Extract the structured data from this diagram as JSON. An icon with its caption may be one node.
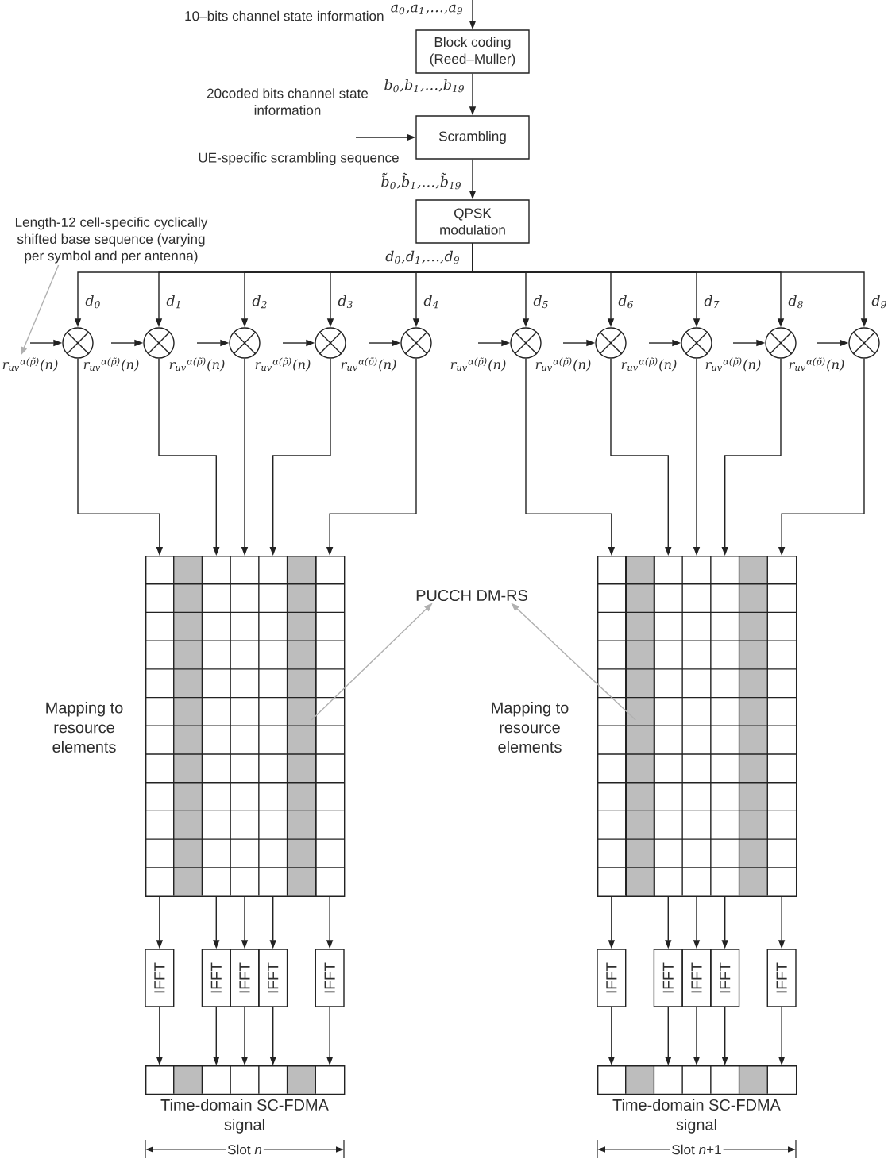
{
  "diagram": {
    "nodes": [
      {
        "text": [
          "Block coding (Reed–Muller)"
        ]
      },
      {
        "text": [
          "Scrambling"
        ]
      },
      {
        "text": [
          "QPSK modulation"
        ]
      },
      {
        "text": [
          "Length-12 cell-specific cyclically shifted base sequence (varying per symbol and per antenna)"
        ]
      },
      {
        "text": [],
        "shape": "circle"
      },
      {
        "text": [],
        "shape": "circle"
      },
      {
        "text": [],
        "shape": "circle"
      },
      {
        "text": [],
        "shape": "circle"
      },
      {
        "text": [],
        "shape": "circle"
      },
      {
        "text": [],
        "shape": "circle"
      },
      {
        "text": [],
        "shape": "circle"
      },
      {
        "text": [],
        "shape": "circle"
      },
      {
        "text": [],
        "shape": "circle"
      },
      {
        "text": [],
        "shape": "circle"
      },
      {
        "text": [
          "r$_{uv}$$^{α(p̃)}$(n)"
        ]
      },
      {
        "text": [
          "r$_{uv}$$^{α(p̃)}$(n)"
        ]
      },
      {
        "text": [
          "r$_{uv}$$^{α(p̃)}$(n)"
        ]
      },
      {
        "text": [
          "r$_{uv}$$^{α(p̃)}$(n)"
        ]
      },
      {
        "text": [
          "r$_{uv}$$^{α(p̃)}$(n)"
        ]
      },
      {
        "text": [
          "r$_{uv}$$^{α(p̃)}$(n)"
        ]
      },
      {
        "text": [
          "r$_{uv}$$^{α(p̃)}$(n)"
        ]
      },
      {
        "text": [
          "r$_{uv}$$^{α(p̃)}$(n)"
        ]
      },
      {
        "text": [
          "r$_{uv}$$^{α(p̃)}$(n)"
        ]
      },
      {
        "text": [
          "r$_{uv}$$^{α(p̃)}$(n)"
        ]
      },
      {
        "text": [],
        "shape": "grid",
        "beside": [
          "Mapping to resource elements"
        ]
      },
      {
        "text": [],
        "shape": "bar",
        "in": 24
      },
      {
        "text": [
          "PUCCH DM-RS"
        ]
      },
      {
        "text": [],
        "shape": "grid",
        "beside": [
          "Mapping to resource elements"
        ]
      },
      {
        "text": [],
        "shape": "bar",
        "in": 27
      },
      {
        "text": [
          "IFFT"
        ]
      },
      {
        "text": [
          "IFFT"
        ]
      },
      {
        "text": [
          "IFFT"
        ]
      },
      {
        "text": [
          "IFFT"
        ]
      },
      {
        "text": [
          "IFFT"
        ]
      },
      {
        "text": [
          "IFFT"
        ]
      },
      {
        "text": [
          "IFFT"
        ]
      },
      {
        "text": [
          "IFFT"
        ]
      },
      {
        "text": [
          "IFFT"
        ]
      },
      {
        "text": [
          "IFFT"
        ]
      },
      {
        "text": [],
        "shape": "bar",
        "beside": [
          "Time-domain SC-FDMA signal"
        ]
      },
      {
        "text": [],
        "shape": "bar",
        "beside": [
          "Time-domain SC-FDMA signal"
        ]
      }
    ],
    "edges": [
      {
        "from": null,
        "to": 0,
        "arrow": "to",
        "label": "a$_{0}$,a$_{1}$,…,a$_{9}$"
      },
      {
        "from": 0,
        "to": 1,
        "arrow": "to",
        "label": "b$_{0}$,b$_{1}$,…,b$_{19}$"
      },
      {
        "from": null,
        "to": 1,
        "arrow": "to",
        "label": "UE-specific scrambling sequence"
      },
      {
        "from": 1,
        "to": 2,
        "arrow": "to",
        "label": "b̃$_{0}$,b̃$_{1}$,…,b̃$_{19}$"
      },
      {
        "from": 2,
        "to": 4,
        "arrow": "to",
        "label": "d$_{0}$"
      },
      {
        "from": 2,
        "to": 5,
        "arrow": "to",
        "label": "d$_{1}$"
      },
      {
        "from": 2,
        "to": 6,
        "arrow": "to",
        "label": "d$_{2}$"
      },
      {
        "from": 2,
        "to": 7,
        "arrow": "to",
        "label": "d$_{3}$"
      },
      {
        "from": 2,
        "to": 8,
        "arrow": "to",
        "label": "d$_{4}$"
      },
      {
        "from": 2,
        "to": 9,
        "arrow": "to",
        "label": "d$_{5}$"
      },
      {
        "from": 2,
        "to": 10,
        "arrow": "to",
        "label": "d$_{6}$"
      },
      {
        "from": 2,
        "to": 11,
        "arrow": "to",
        "label": "d$_{7}$"
      },
      {
        "from": 2,
        "to": 12,
        "arrow": "to",
        "label": "d$_{8}$"
      },
      {
        "from": 2,
        "to": 13,
        "arrow": "to",
        "label": "d$_{9}$"
      },
      {
        "from": 14,
        "to": 4,
        "arrow": "to"
      },
      {
        "from": 15,
        "to": 5,
        "arrow": "to"
      },
      {
        "from": 16,
        "to": 6,
        "arrow": "to"
      },
      {
        "from": 17,
        "to": 7,
        "arrow": "to"
      },
      {
        "from": 18,
        "to": 8,
        "arrow": "to"
      },
      {
        "from": 19,
        "to": 9,
        "arrow": "to"
      },
      {
        "from": 20,
        "to": 10,
        "arrow": "to"
      },
      {
        "from": 21,
        "to": 11,
        "arrow": "to"
      },
      {
        "from": 22,
        "to": 12,
        "arrow": "to"
      },
      {
        "from": 23,
        "to": 13,
        "arrow": "to"
      },
      {
        "from": 3,
        "to": 14,
        "arrow": "to",
        "color": "#b0b0b0"
      },
      {
        "from": 4,
        "to": 24,
        "arrow": "to"
      },
      {
        "from": 5,
        "to": 24,
        "arrow": "to"
      },
      {
        "from": 6,
        "to": 24,
        "arrow": "to"
      },
      {
        "from": 7,
        "to": 24,
        "arrow": "to"
      },
      {
        "from": 8,
        "to": 24,
        "arrow": "to"
      },
      {
        "from": 9,
        "to": 27,
        "arrow": "to"
      },
      {
        "from": 10,
        "to": 27,
        "arrow": "to"
      },
      {
        "from": 11,
        "to": 27,
        "arrow": "to"
      },
      {
        "from": 12,
        "to": 27,
        "arrow": "to"
      },
      {
        "from": 13,
        "to": 27,
        "arrow": "to"
      },
      {
        "from": 25,
        "to": 26,
        "arrow": "to",
        "color": "#b0b0b0"
      },
      {
        "from": 28,
        "to": 26,
        "arrow": "to",
        "color": "#b0b0b0"
      },
      {
        "from": 24,
        "to": 29,
        "arrow": "to"
      },
      {
        "from": 24,
        "to": 30,
        "arrow": "to"
      },
      {
        "from": 24,
        "to": 31,
        "arrow": "to"
      },
      {
        "from": 24,
        "to": 32,
        "arrow": "to"
      },
      {
        "from": 24,
        "to": 33,
        "arrow": "to"
      },
      {
        "from": 27,
        "to": 34,
        "arrow": "to"
      },
      {
        "from": 27,
        "to": 35,
        "arrow": "to"
      },
      {
        "from": 27,
        "to": 36,
        "arrow": "to"
      },
      {
        "from": 27,
        "to": 37,
        "arrow": "to"
      },
      {
        "from": 27,
        "to": 38,
        "arrow": "to"
      },
      {
        "from": 29,
        "to": 39,
        "arrow": "to"
      },
      {
        "from": 30,
        "to": 39,
        "arrow": "to"
      },
      {
        "from": 31,
        "to": 39,
        "arrow": "to"
      },
      {
        "from": 32,
        "to": 39,
        "arrow": "to"
      },
      {
        "from": 33,
        "to": 39,
        "arrow": "to"
      },
      {
        "from": 34,
        "to": 40,
        "arrow": "to"
      },
      {
        "from": 35,
        "to": 40,
        "arrow": "to"
      },
      {
        "from": 36,
        "to": 40,
        "arrow": "to"
      },
      {
        "from": 37,
        "to": 40,
        "arrow": "to"
      },
      {
        "from": 38,
        "to": 40,
        "arrow": "to"
      }
    ],
    "labels": [
      "10–bits channel state information",
      "20coded bits channel state information",
      "d$_{0}$,d$_{1}$,…,d$_{9}$",
      "Slot *n*",
      "Slot *n*+1"
    ]
  }
}
